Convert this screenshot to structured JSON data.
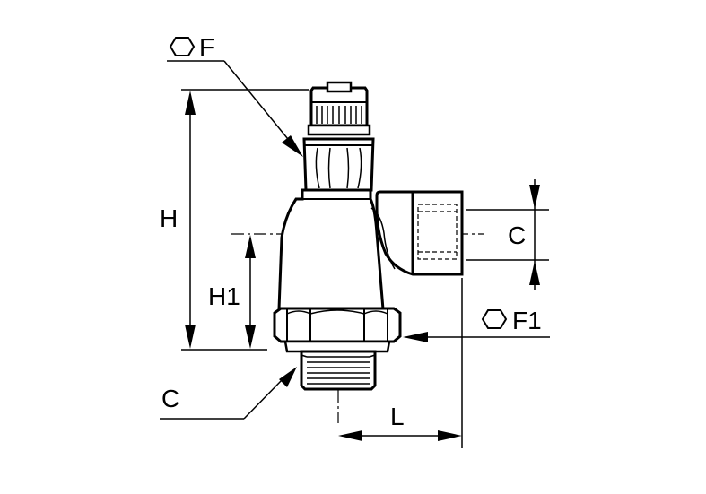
{
  "labels": {
    "hex_f": "F",
    "h": "H",
    "h1": "H1",
    "c_right": "C",
    "hex_f1": "F1",
    "c_left": "C",
    "l": "L"
  },
  "colors": {
    "line": "#000000",
    "background": "#ffffff"
  },
  "icons": {
    "hex_f": "hexagon-icon",
    "hex_f1": "hexagon-icon"
  }
}
